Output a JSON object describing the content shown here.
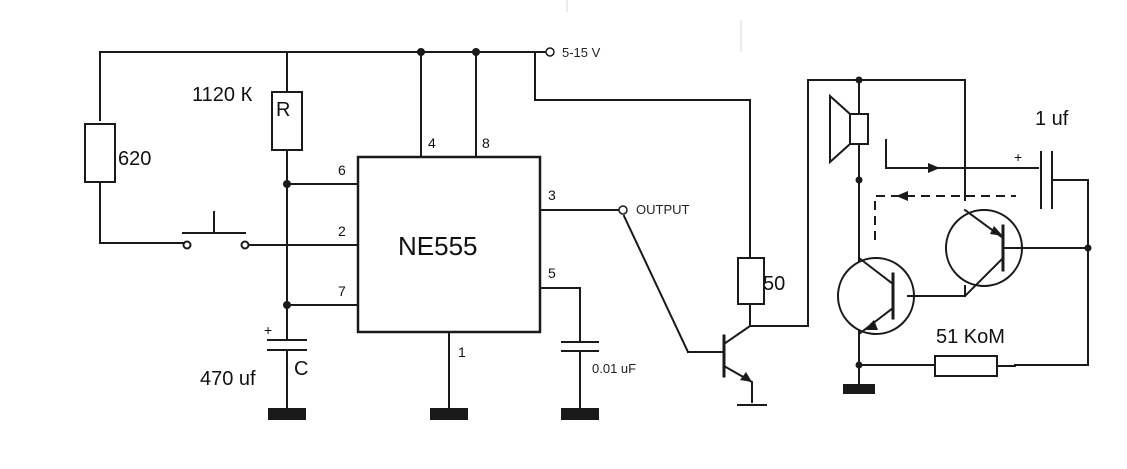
{
  "chip": {
    "name": "NE555"
  },
  "pins": {
    "p1": "1",
    "p2": "2",
    "p3": "3",
    "p4": "4",
    "p5": "5",
    "p6": "6",
    "p7": "7",
    "p8": "8"
  },
  "supply": {
    "label": "5-15 V"
  },
  "output": {
    "label": "OUTPUT"
  },
  "components": {
    "r_value": "1120 К",
    "r_name": "R",
    "r620": "620",
    "c_value": "470 uf",
    "c_name": "C",
    "c_plus": "+",
    "c_ctrl": "0.01 uF",
    "r50": "50",
    "c1uf": "1 uf",
    "c1uf_plus": "+",
    "r51k": "51 KoM"
  },
  "colors": {
    "wire": "#1a1a1a",
    "background": "#ffffff"
  }
}
